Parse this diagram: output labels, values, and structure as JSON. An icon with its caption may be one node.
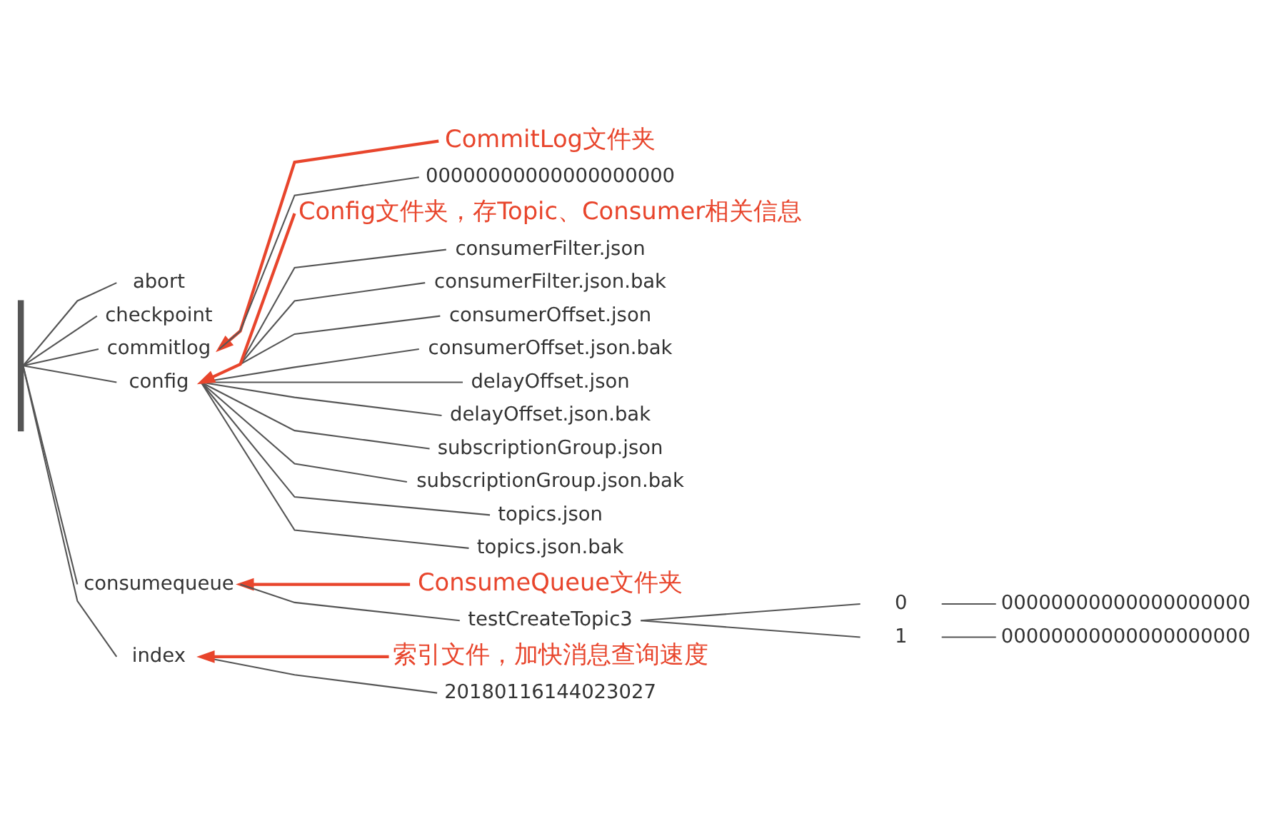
{
  "diagram": {
    "nodes": [
      {
        "text": [
          "abort"
        ]
      },
      {
        "text": [
          "checkpoint"
        ]
      },
      {
        "text": [
          "CommitLog文件夹"
        ]
      },
      {
        "text": [
          "commitlog"
        ]
      },
      {
        "text": [
          "00000000000000000000"
        ]
      },
      {
        "text": [
          "config"
        ]
      },
      {
        "text": [
          "Config文件夹，存Topic、Consumer相关信息"
        ]
      },
      {
        "text": [
          "consumerFilter.json"
        ]
      },
      {
        "text": [
          "consumerFilter.json.bak"
        ]
      },
      {
        "text": [
          "consumerOffset.json"
        ]
      },
      {
        "text": [
          "consumerOffset.json.bak"
        ]
      },
      {
        "text": [
          "delayOffset.json"
        ]
      },
      {
        "text": [
          "delayOffset.json.bak"
        ]
      },
      {
        "text": [
          "subscriptionGroup.json"
        ]
      },
      {
        "text": [
          "subscriptionGroup.json.bak"
        ]
      },
      {
        "text": [
          "topics.json"
        ]
      },
      {
        "text": [
          "topics.json.bak"
        ]
      },
      {
        "text": [
          "ConsumeQueue文件夹"
        ]
      },
      {
        "text": [
          "consumequeue"
        ]
      },
      {
        "text": [
          "testCreateTopic3"
        ]
      },
      {
        "text": [
          "0"
        ]
      },
      {
        "text": [
          "00000000000000000000"
        ]
      },
      {
        "text": [
          "1"
        ]
      },
      {
        "text": [
          "00000000000000000000"
        ]
      },
      {
        "text": [
          "index"
        ]
      },
      {
        "text": [
          "索引文件，加快消息查询速度"
        ]
      },
      {
        "text": [
          "20180116144023027"
        ]
      },
      {
        "text": [],
        "shape": "bar"
      }
    ],
    "edges": [
      {
        "from": 27,
        "to": 0,
        "arrow": "none"
      },
      {
        "from": 27,
        "to": 1,
        "arrow": "none"
      },
      {
        "from": 27,
        "to": 3,
        "arrow": "none"
      },
      {
        "from": 3,
        "to": 4,
        "arrow": "none"
      },
      {
        "from": 27,
        "to": 5,
        "arrow": "none"
      },
      {
        "from": 5,
        "to": 7,
        "arrow": "none"
      },
      {
        "from": 5,
        "to": 8,
        "arrow": "none"
      },
      {
        "from": 5,
        "to": 9,
        "arrow": "none"
      },
      {
        "from": 5,
        "to": 10,
        "arrow": "none"
      },
      {
        "from": 5,
        "to": 11,
        "arrow": "none"
      },
      {
        "from": 5,
        "to": 12,
        "arrow": "none"
      },
      {
        "from": 5,
        "to": 13,
        "arrow": "none"
      },
      {
        "from": 5,
        "to": 14,
        "arrow": "none"
      },
      {
        "from": 5,
        "to": 15,
        "arrow": "none"
      },
      {
        "from": 5,
        "to": 16,
        "arrow": "none"
      },
      {
        "from": 27,
        "to": 18,
        "arrow": "none"
      },
      {
        "from": 18,
        "to": 19,
        "arrow": "none"
      },
      {
        "from": 19,
        "to": 20,
        "arrow": "none"
      },
      {
        "from": 20,
        "to": 21,
        "arrow": "none"
      },
      {
        "from": 19,
        "to": 22,
        "arrow": "none"
      },
      {
        "from": 22,
        "to": 23,
        "arrow": "none"
      },
      {
        "from": 27,
        "to": 24,
        "arrow": "none"
      },
      {
        "from": 24,
        "to": 26,
        "arrow": "none"
      },
      {
        "from": 2,
        "to": 3,
        "arrow": "to",
        "color": "#e8452c"
      },
      {
        "from": 6,
        "to": 5,
        "arrow": "to",
        "color": "#e8452c"
      },
      {
        "from": 17,
        "to": 18,
        "arrow": "to",
        "color": "#e8452c"
      },
      {
        "from": 25,
        "to": 24,
        "arrow": "to",
        "color": "#e8452c"
      }
    ]
  }
}
